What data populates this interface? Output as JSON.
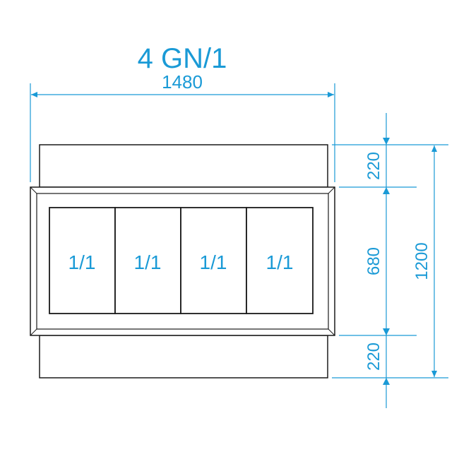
{
  "title": "4 GN/1",
  "dimensions": {
    "width": "1480",
    "top_section": "220",
    "middle_section": "680",
    "bottom_section": "220",
    "total_height": "1200"
  },
  "pans": [
    "1/1",
    "1/1",
    "1/1",
    "1/1"
  ],
  "colors": {
    "dimension": "#1a9ad6",
    "outline": "#1a1a1a",
    "background": "#ffffff"
  }
}
